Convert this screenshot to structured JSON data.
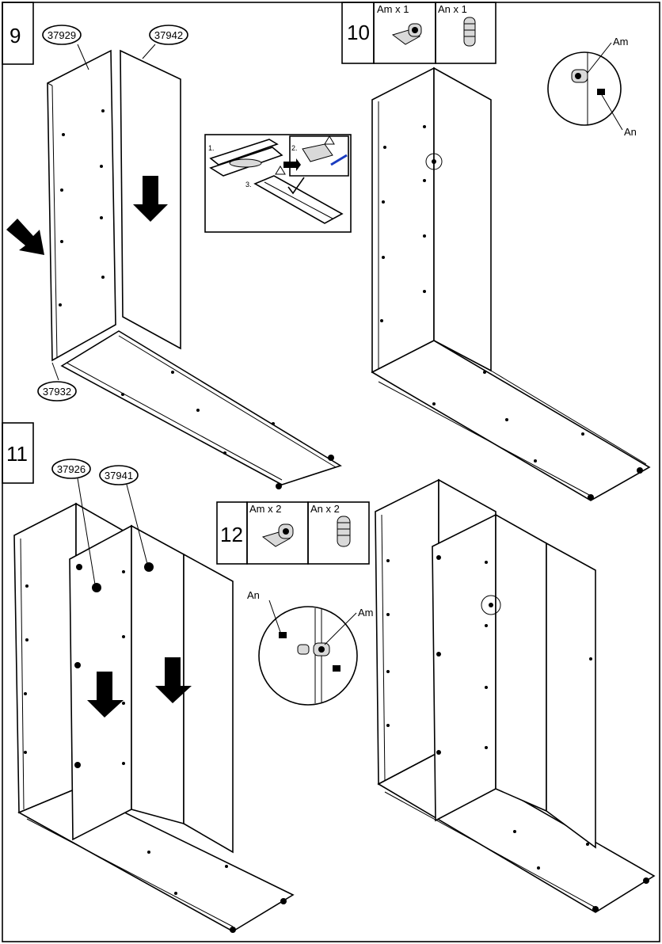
{
  "steps": {
    "s9": {
      "number": "9",
      "parts": [
        "37929",
        "37942",
        "37932"
      ]
    },
    "s10": {
      "number": "10",
      "kit": [
        {
          "label": "Am x 1",
          "icon": "cam-lock-icon"
        },
        {
          "label": "An x 1",
          "icon": "dowel-screw-icon"
        }
      ],
      "callouts": {
        "am": "Am",
        "an": "An"
      }
    },
    "s11": {
      "number": "11",
      "parts": [
        "37926",
        "37941"
      ]
    },
    "s12": {
      "number": "12",
      "kit": [
        {
          "label": "Am x 2",
          "icon": "cam-lock-icon"
        },
        {
          "label": "An x 2",
          "icon": "dowel-screw-icon"
        }
      ],
      "callouts": {
        "an": "An",
        "am": "Am"
      }
    }
  },
  "inset": {
    "steps": [
      "1.",
      "2.",
      "3."
    ]
  }
}
